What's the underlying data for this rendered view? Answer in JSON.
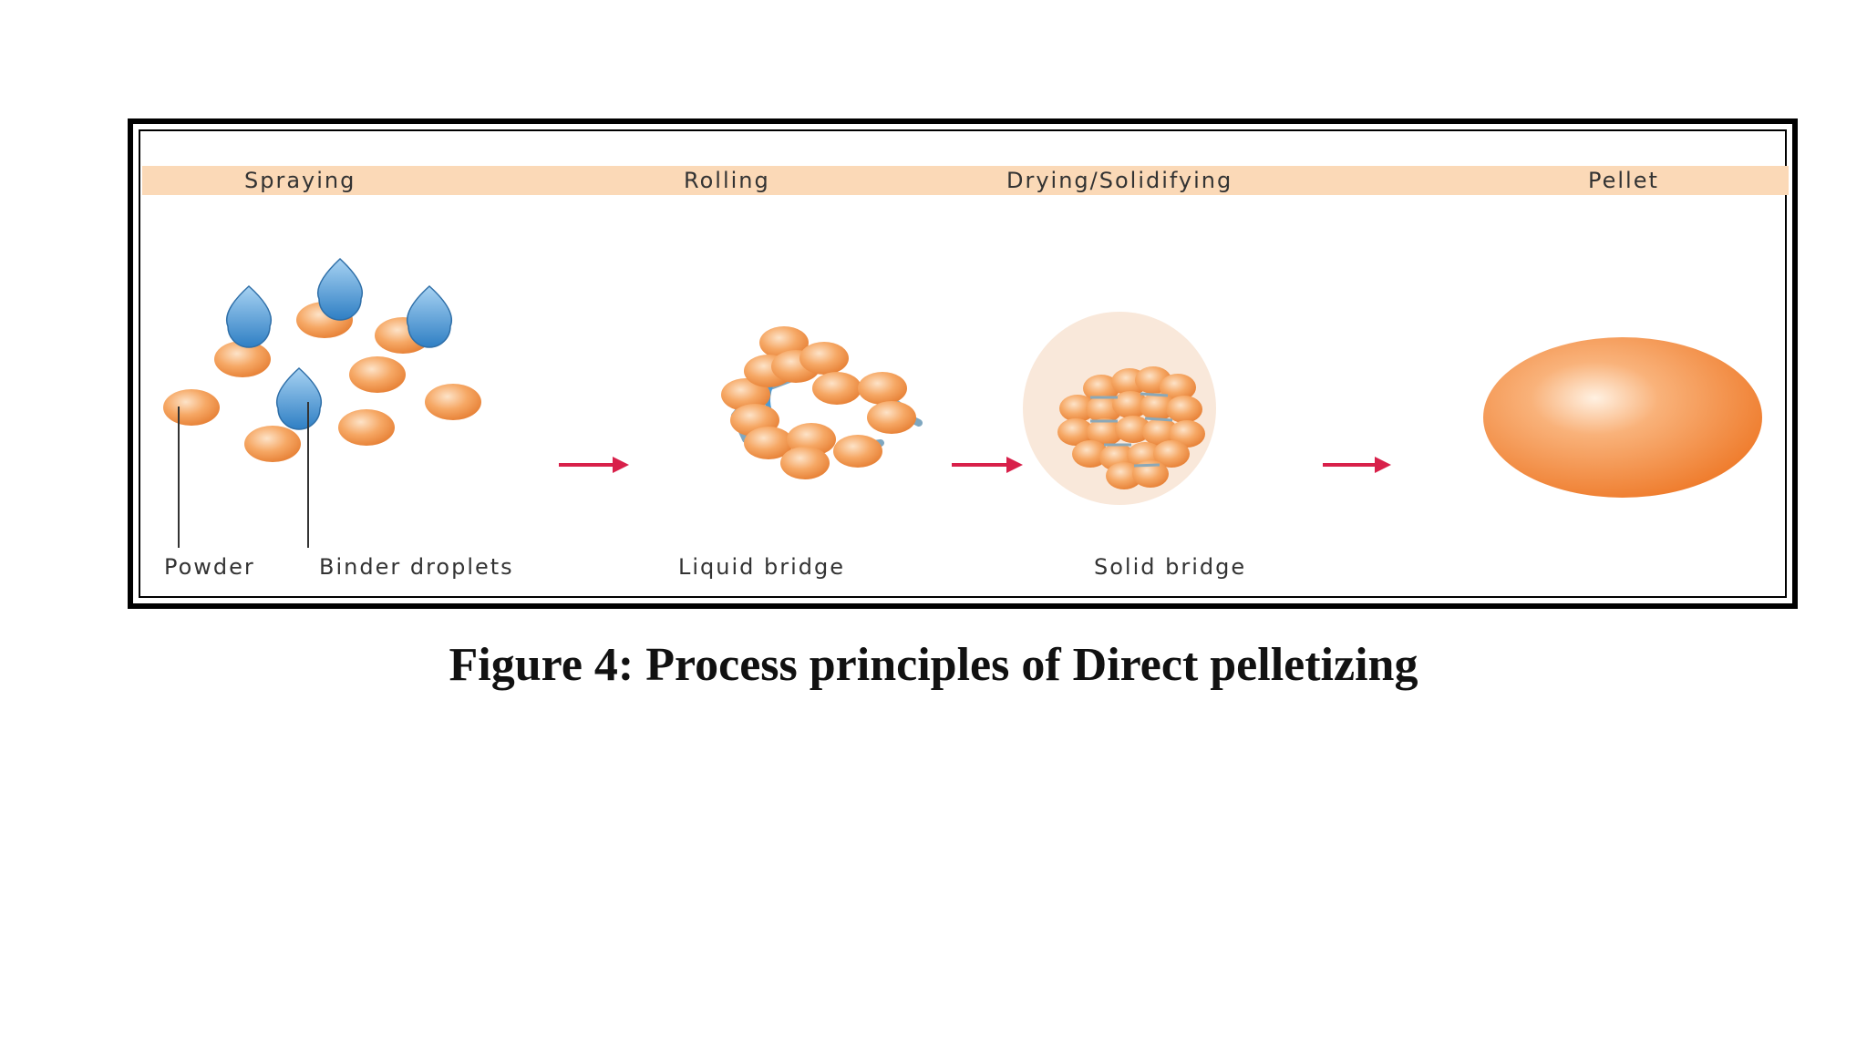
{
  "stages": [
    {
      "label": "Spraying"
    },
    {
      "label": "Rolling"
    },
    {
      "label": "Drying/Solidifying"
    },
    {
      "label": "Pellet"
    }
  ],
  "labels": {
    "powder": "Powder",
    "binder": "Binder droplets",
    "liquid_bridge": "Liquid bridge",
    "solid_bridge": "Solid bridge"
  },
  "caption": "Figure 4: Process principles of Direct pelletizing",
  "colors": {
    "particle": "#f39a55",
    "droplet": "#3f8fd0",
    "arrow": "#d8204a",
    "header_band": "#fbd9b7",
    "bridge": "#8aa8b8"
  }
}
